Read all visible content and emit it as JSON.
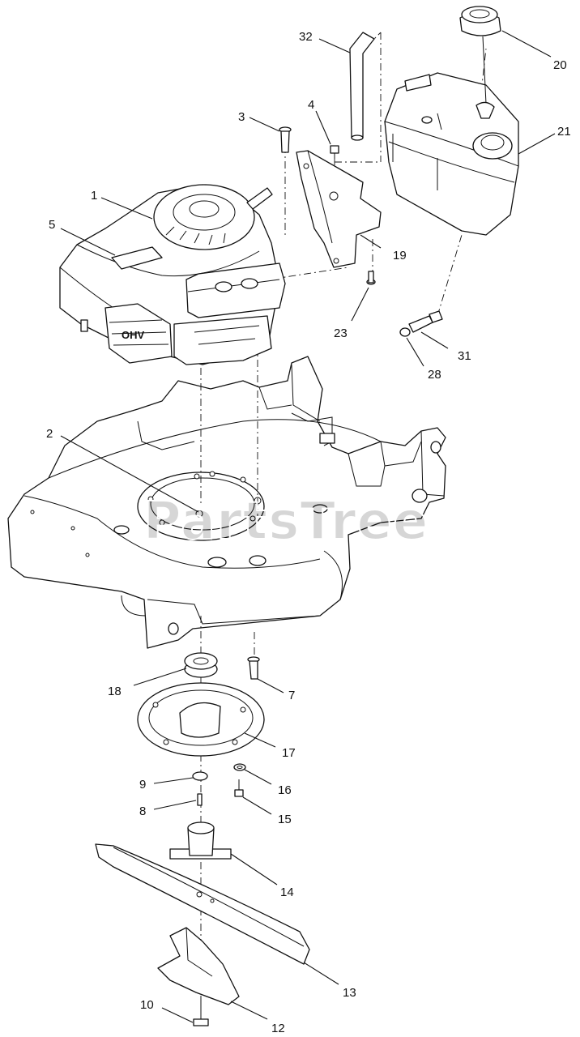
{
  "watermark": "PartsTree",
  "callouts": [
    {
      "id": "c32",
      "label": "32"
    },
    {
      "id": "c20",
      "label": "20"
    },
    {
      "id": "c3",
      "label": "3"
    },
    {
      "id": "c4",
      "label": "4"
    },
    {
      "id": "c21",
      "label": "21"
    },
    {
      "id": "c1",
      "label": "1"
    },
    {
      "id": "c5",
      "label": "5"
    },
    {
      "id": "c19",
      "label": "19"
    },
    {
      "id": "c23",
      "label": "23"
    },
    {
      "id": "c31",
      "label": "31"
    },
    {
      "id": "c28",
      "label": "28"
    },
    {
      "id": "c2",
      "label": "2"
    },
    {
      "id": "c18",
      "label": "18"
    },
    {
      "id": "c7",
      "label": "7"
    },
    {
      "id": "c17",
      "label": "17"
    },
    {
      "id": "c9",
      "label": "9"
    },
    {
      "id": "c16",
      "label": "16"
    },
    {
      "id": "c8",
      "label": "8"
    },
    {
      "id": "c15",
      "label": "15"
    },
    {
      "id": "c14",
      "label": "14"
    },
    {
      "id": "c13",
      "label": "13"
    },
    {
      "id": "c10",
      "label": "10"
    },
    {
      "id": "c12",
      "label": "12"
    }
  ],
  "engine_badge": "OHV",
  "colors": {
    "line": "#111111",
    "background": "#ffffff",
    "watermark": "#000000"
  }
}
